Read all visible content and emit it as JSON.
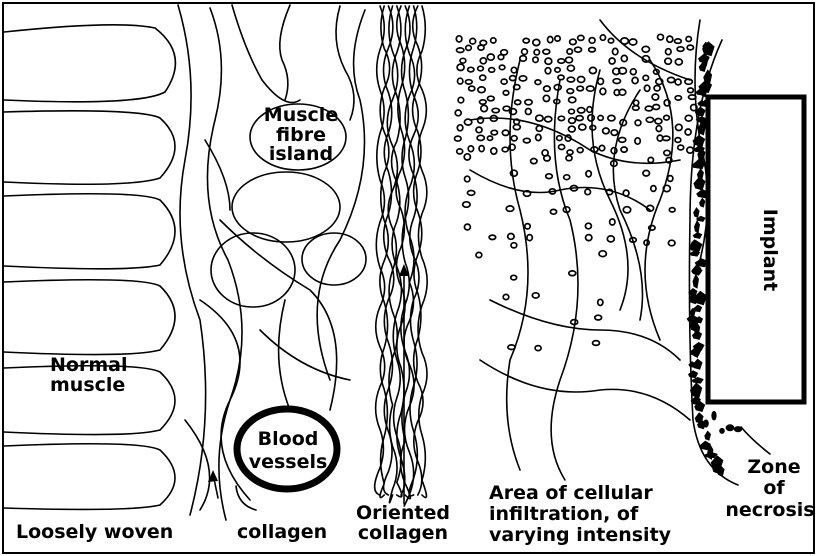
{
  "labels": {
    "muscle_fibre_island": [
      "Muscle",
      "fibre",
      "island"
    ],
    "normal_muscle": [
      "Normal",
      "muscle"
    ],
    "blood_vessels": [
      "Blood",
      "vessels"
    ],
    "implant": "Implant",
    "zone_of_necrosis": [
      "Zone",
      "of",
      "necrosis"
    ],
    "loosely_woven": "Loosely woven",
    "collagen_loose": "collagen",
    "oriented_collagen": [
      "Oriented",
      "collagen"
    ],
    "cellular_infiltration": [
      "Area of cellular",
      "infiltration, of",
      "varying intensity"
    ]
  }
}
